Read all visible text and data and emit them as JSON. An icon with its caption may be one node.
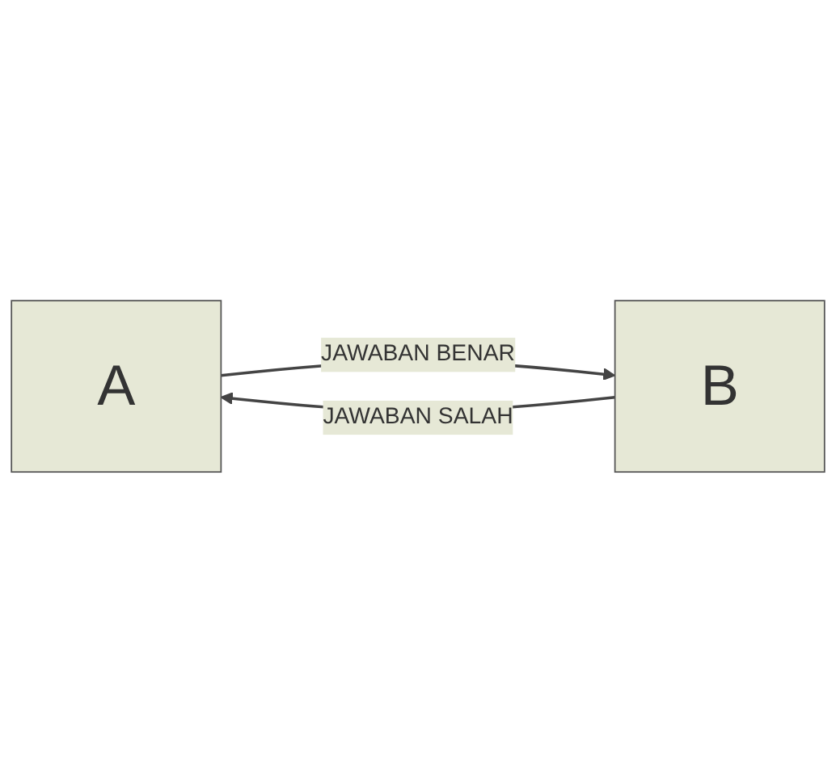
{
  "diagram": {
    "nodes": [
      {
        "text": [
          "A"
        ]
      },
      {
        "text": [
          "B"
        ]
      }
    ],
    "edges": [
      {
        "from": 0,
        "to": 1,
        "arrow": "to",
        "label": "JAWABAN BENAR"
      },
      {
        "from": 1,
        "to": 0,
        "arrow": "to",
        "label": "JAWABAN SALAH"
      }
    ]
  }
}
